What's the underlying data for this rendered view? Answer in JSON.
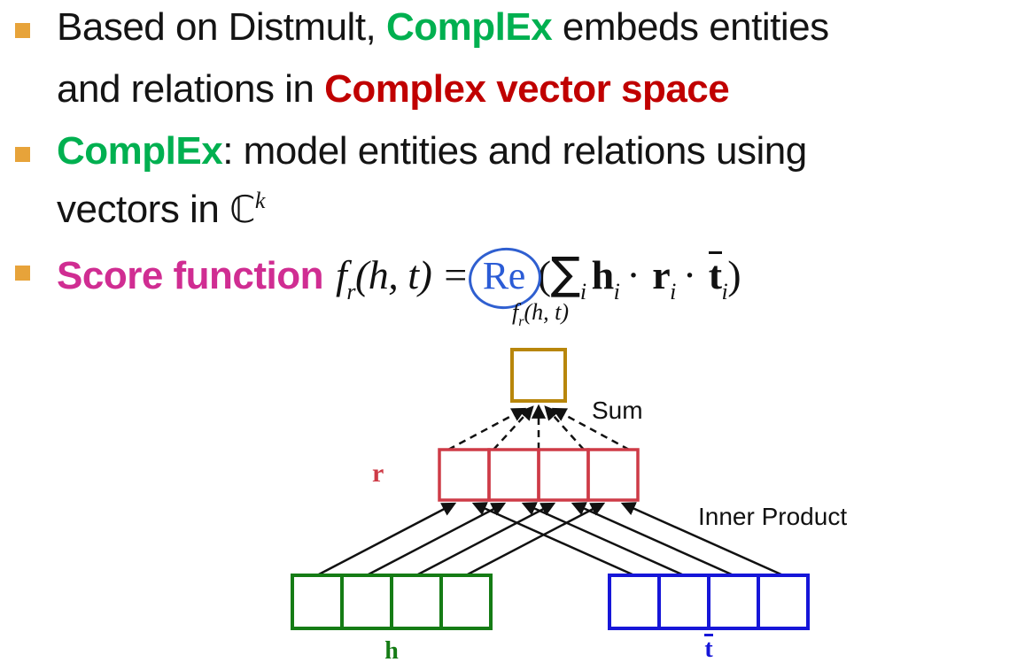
{
  "bullets": {
    "b1_l1_pre": "Based on Distmult, ",
    "b1_l1_green": "ComplEx",
    "b1_l1_post": " embeds entities",
    "b1_l2_pre": "and relations in ",
    "b1_l2_red": "Complex vector space",
    "b2_l1_green": "ComplEx",
    "b2_l1_post": ": model entities and relations using",
    "b2_l2_pre": "vectors in ",
    "b2_l2_set": "ℂ",
    "b2_l2_sup": "k",
    "b3_label": "Score function",
    "formula": {
      "f": "f",
      "sub_r": "r",
      "args": "(h, t) =",
      "re": "Re",
      "open_paren": "(",
      "sum": "∑",
      "sum_sub": "i",
      "h": "h",
      "h_sub": "i",
      "dot": "·",
      "r": "r",
      "r_sub": "i",
      "t": "t",
      "t_sub": "i",
      "close_paren": ")"
    }
  },
  "diagram": {
    "top_formula": {
      "f": "f",
      "sub": "r",
      "args": "(h, t)"
    },
    "sum_label": "Sum",
    "inner_product_label": "Inner Product",
    "r_label": "r",
    "h_label": "h",
    "t_label": "t"
  },
  "colors": {
    "bullet_marker": "#E7A33A",
    "green_accent": "#00B050",
    "dark_red_accent": "#C00000",
    "magenta_accent": "#D02D92",
    "re_blue": "#2B5CD6",
    "node_gold": "#B8860B",
    "node_red": "#CE3B47",
    "node_green": "#157C15",
    "node_blue": "#1616D8"
  }
}
